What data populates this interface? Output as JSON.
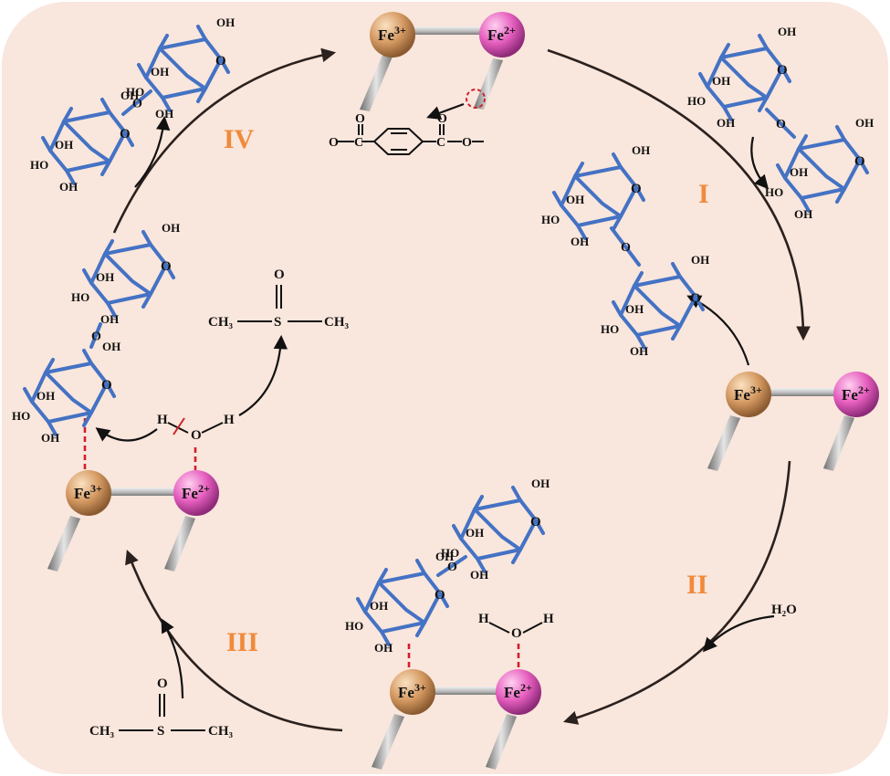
{
  "steps": {
    "s1": "I",
    "s2": "II",
    "s3": "III",
    "s4": "IV"
  },
  "metals": {
    "fe3": "Fe",
    "fe3_sup": "3+",
    "fe2": "Fe",
    "fe2_sup": "2+"
  },
  "molecules": {
    "hydroxyl": "OH",
    "hydroxyl_rev": "HO",
    "ring_oxygen": "O",
    "water": "H₂O",
    "water_h": "H",
    "water_o": "O",
    "dmso_ch3": "CH₃",
    "dmso_s": "S",
    "dmso_o": "O",
    "linker_o": "O",
    "linker_c": "C"
  },
  "colors": {
    "background": "#f9e6dc",
    "ring": "#4472c4",
    "fe3": "#d59a62",
    "fe2": "#e65fbf",
    "step_label": "#f08a3c",
    "interaction": "#d0202a"
  },
  "icons": [
    "fe3-sphere-icon",
    "fe2-sphere-icon",
    "glucose-ring-icon",
    "benzene-ring-icon",
    "curved-arrow-icon"
  ]
}
